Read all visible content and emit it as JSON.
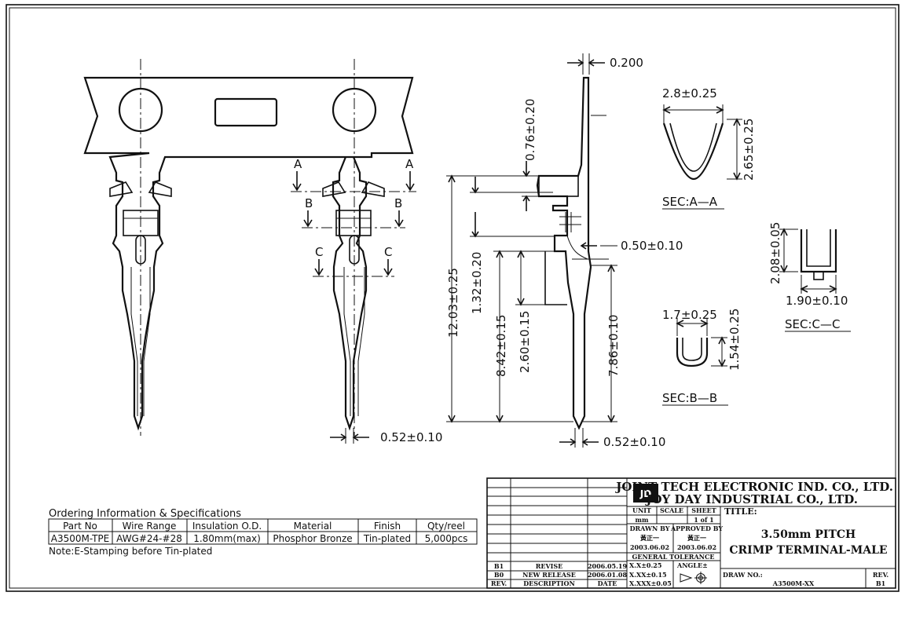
{
  "drawing": {
    "dims": {
      "thickness": "0.200",
      "top_offset": "0.76±0.20",
      "side_width_a": "0.50±0.10",
      "total_length": "12.03±0.25",
      "crimp_length": "1.32±0.20",
      "body_length": "8.42±0.15",
      "tab_length": "2.60±0.15",
      "pin_length": "7.86±0.10",
      "pin_width_front": "0.52±0.10",
      "pin_width_side": "0.52±0.10"
    },
    "sections": {
      "a_label": "SEC:A—A",
      "a_width": "2.8±0.25",
      "a_height": "2.65±0.25",
      "b_label": "SEC:B—B",
      "b_width": "1.7±0.25",
      "b_height": "1.54±0.25",
      "c_label": "SEC:C—C",
      "c_width": "1.90±0.10",
      "c_height": "2.08±0.05"
    },
    "cut_letters": [
      "A",
      "A",
      "B",
      "B",
      "C",
      "C"
    ]
  },
  "ordering": {
    "title": "Ordering Information & Specifications",
    "headers": [
      "Part No",
      "Wire Range",
      "Insulation O.D.",
      "Material",
      "Finish",
      "Qty/reel"
    ],
    "row": [
      "A3500M-TPE",
      "AWG#24-#28",
      "1.80mm(max)",
      "Phosphor Bronze",
      "Tin-plated",
      "5,000pcs"
    ],
    "note": "Note:E-Stamping before Tin-plated"
  },
  "title_block": {
    "company1": "JOINT TECH ELECTRONIC IND. CO., LTD.",
    "company2": "JOY DAY INDUSTRIAL CO., LTD.",
    "logo_text": "JD",
    "unit_label": "UNIT",
    "unit_value": "mm",
    "scale_label": "SCALE",
    "sheet_label": "SHEET",
    "sheet_value": "1 of 1",
    "drawn_label": "DRAWN BY",
    "drawn_name": "黃正一",
    "drawn_date": "2003.06.02",
    "approved_label": "APPROVED BY",
    "approved_name": "黃正一",
    "approved_date": "2003.06.02",
    "tol_label": "GENERAL TOLERANCE",
    "tol1": "X.X±0.25",
    "tol2": "X.XX±0.15",
    "tol3": "X.XXX±0.05",
    "angle_label": "ANGLE±",
    "title_label": "TITLE:",
    "title_line1": "3.50mm PITCH",
    "title_line2": "CRIMP TERMINAL-MALE",
    "drawno_label": "DRAW NO.:",
    "drawno_value": "A3500M-XX",
    "rev_label": "REV.",
    "rev_value": "B1",
    "revisions": [
      {
        "rev": "B1",
        "desc": "REVISE",
        "date": "2006.05.19"
      },
      {
        "rev": "B0",
        "desc": "NEW RELEASE",
        "date": "2006.01.08"
      }
    ],
    "rev_headers": [
      "REV.",
      "DESCRIPTION",
      "DATE"
    ]
  }
}
